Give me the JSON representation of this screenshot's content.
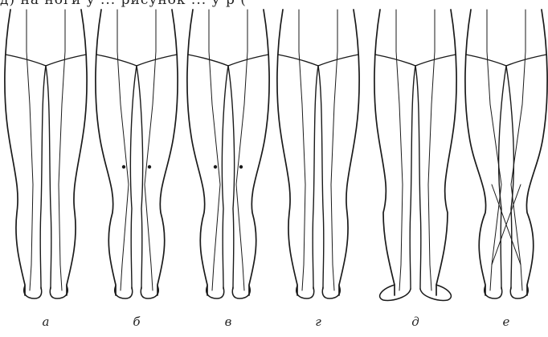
{
  "figure": {
    "top_caption": "д) на ноги у ... рисунок ... у р (",
    "panels": [
      {
        "label": "а",
        "variant": "normal"
      },
      {
        "label": "б",
        "variant": "x-knees-points"
      },
      {
        "label": "в",
        "variant": "x-knees-points"
      },
      {
        "label": "г",
        "variant": "normal"
      },
      {
        "label": "д",
        "variant": "o-feet-out"
      },
      {
        "label": "е",
        "variant": "x-crossed"
      }
    ],
    "line_color": "#1a1a1a"
  }
}
